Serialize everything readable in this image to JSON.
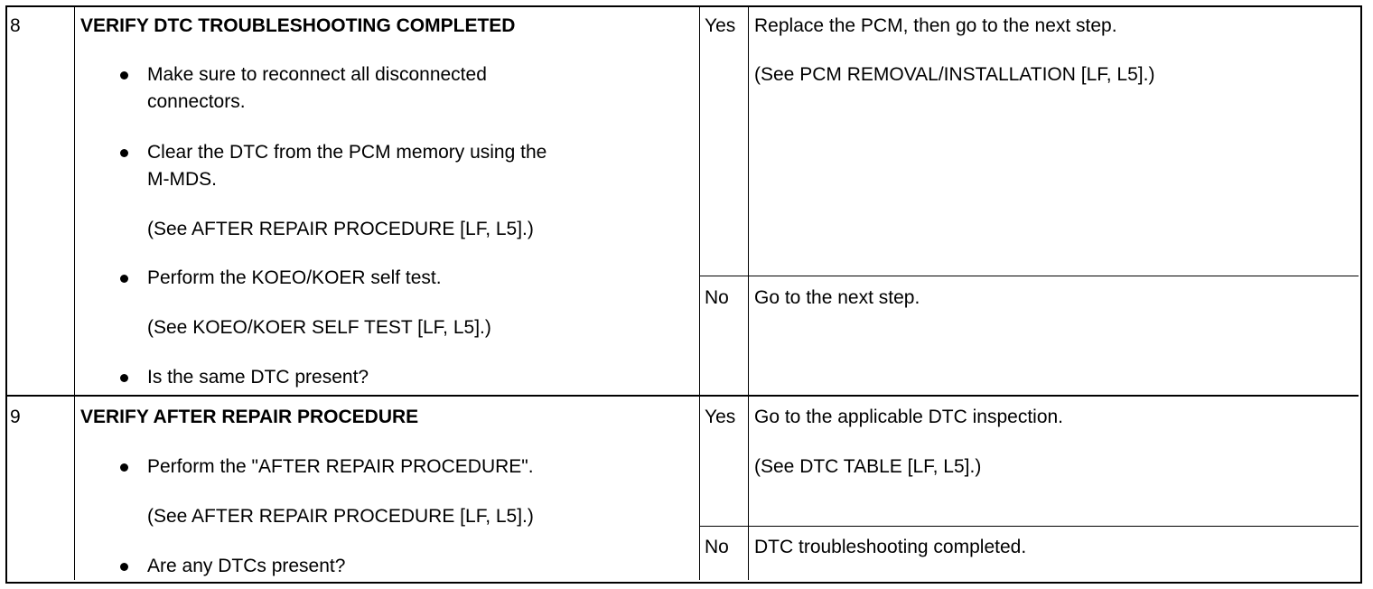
{
  "rows": [
    {
      "step": "8",
      "title": "VERIFY DTC TROUBLESHOOTING COMPLETED",
      "items": [
        {
          "bullet": true,
          "lines": [
            "Make sure to reconnect all disconnected",
            "connectors."
          ]
        },
        {
          "bullet": true,
          "lines": [
            "Clear the DTC from the PCM memory using the",
            "M-MDS."
          ]
        },
        {
          "bullet": false,
          "lines": [
            "(See AFTER REPAIR PROCEDURE [LF, L5].)"
          ]
        },
        {
          "bullet": true,
          "lines": [
            "Perform the KOEO/KOER self test."
          ]
        },
        {
          "bullet": false,
          "lines": [
            "(See KOEO/KOER SELF TEST [LF, L5].)"
          ]
        },
        {
          "bullet": true,
          "lines": [
            "Is the same DTC present?"
          ]
        }
      ],
      "yes_label": "Yes",
      "yes_action": [
        "Replace the PCM, then go to the next step.",
        "(See PCM REMOVAL/INSTALLATION [LF, L5].)"
      ],
      "no_label": "No",
      "no_action": [
        "Go to the next step."
      ]
    },
    {
      "step": "9",
      "title": "VERIFY AFTER REPAIR PROCEDURE",
      "items": [
        {
          "bullet": true,
          "lines": [
            "Perform the \"AFTER REPAIR PROCEDURE\"."
          ]
        },
        {
          "bullet": false,
          "lines": [
            "(See AFTER REPAIR PROCEDURE [LF, L5].)"
          ]
        },
        {
          "bullet": true,
          "lines": [
            "Are any DTCs present?"
          ]
        }
      ],
      "yes_label": "Yes",
      "yes_action": [
        "Go to the applicable DTC inspection.",
        "(See DTC TABLE [LF, L5].)"
      ],
      "no_label": "No",
      "no_action": [
        "DTC troubleshooting completed."
      ]
    }
  ]
}
